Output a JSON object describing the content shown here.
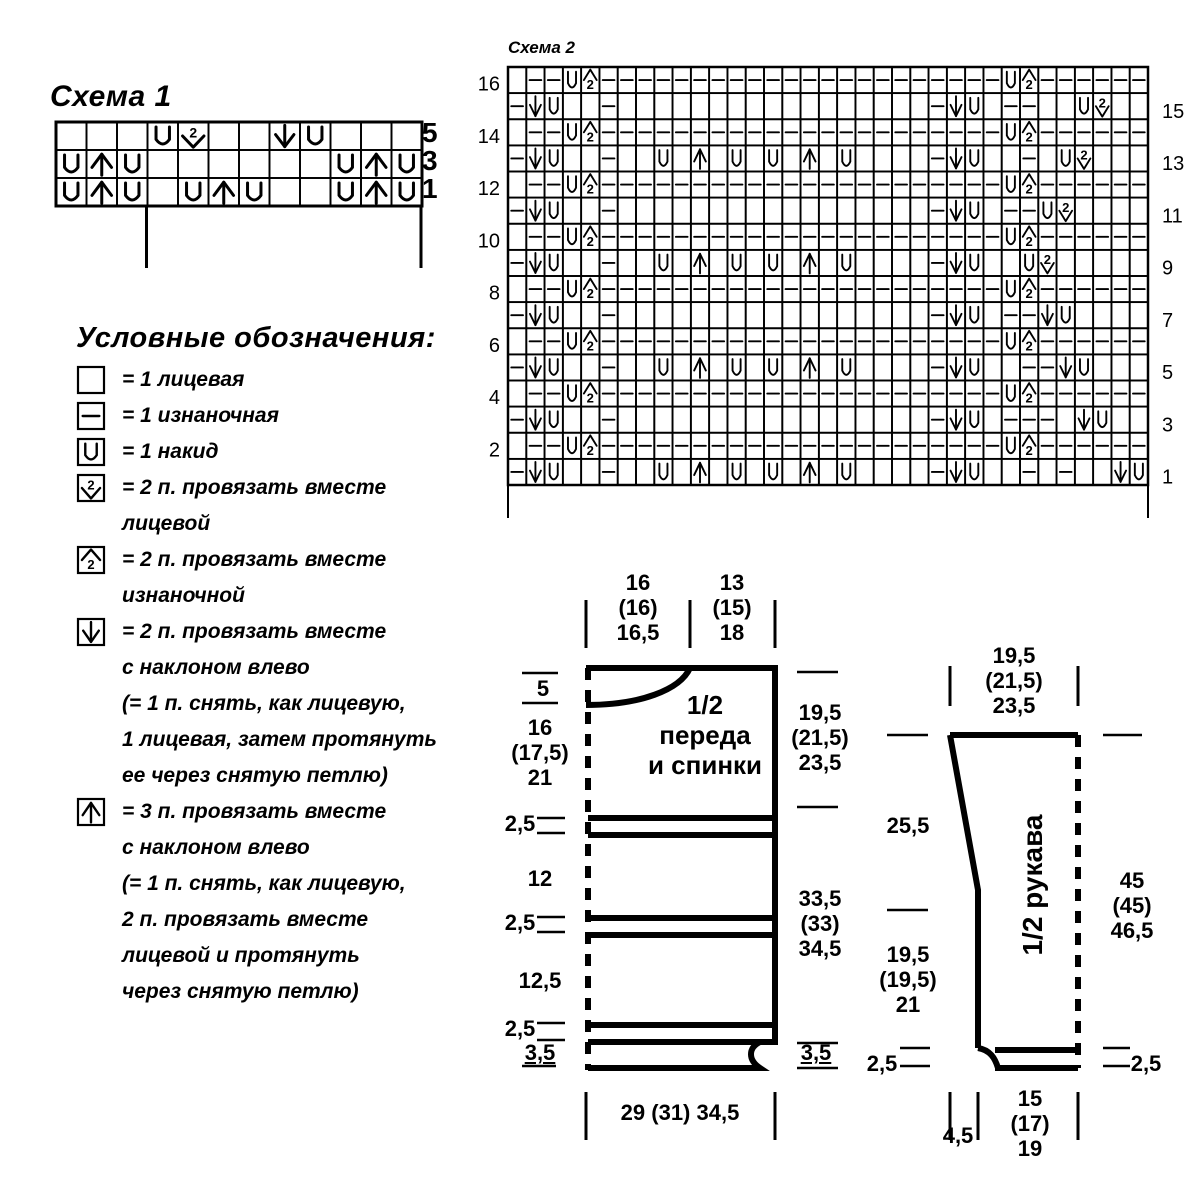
{
  "scheme1": {
    "title": "Схема 1",
    "rows": [
      {
        "label": "5",
        "cells": [
          "",
          "",
          "",
          "U",
          "k2",
          "",
          "",
          "v",
          "U",
          "",
          "",
          ""
        ]
      },
      {
        "label": "3",
        "cells": [
          "U",
          "A",
          "U",
          "",
          "",
          "",
          "",
          "",
          "",
          "U",
          "A",
          "U"
        ]
      },
      {
        "label": "1",
        "cells": [
          "U",
          "A",
          "U",
          "",
          "U",
          "A",
          "U",
          "",
          "",
          "U",
          "A",
          "U"
        ]
      }
    ]
  },
  "scheme2": {
    "title": "Схема 2",
    "left_labels": [
      "16",
      "14",
      "12",
      "10",
      "8",
      "6",
      "4",
      "2"
    ],
    "right_labels": [
      "15",
      "13",
      "11",
      "9",
      "7",
      "5",
      "3",
      "1"
    ]
  },
  "legend": {
    "title": "Условные обозначения:",
    "items": [
      {
        "symbol": "knit",
        "lines": [
          "= 1 лицевая"
        ]
      },
      {
        "symbol": "purl",
        "lines": [
          "= 1 изнаночная"
        ]
      },
      {
        "symbol": "yo",
        "lines": [
          "= 1 накид"
        ]
      },
      {
        "symbol": "k2tog",
        "lines": [
          "= 2 п. провязать вместе",
          "лицевой"
        ]
      },
      {
        "symbol": "p2tog",
        "lines": [
          "= 2 п. провязать вместе",
          "изнаночной"
        ]
      },
      {
        "symbol": "ssk",
        "lines": [
          "= 2 п. провязать вместе",
          "с наклоном влево",
          "(= 1 п. снять, как лицевую,",
          "1 лицевая, затем протянуть",
          "ее через снятую петлю)"
        ]
      },
      {
        "symbol": "sk2p",
        "lines": [
          "= 3 п. провязать вместе",
          "с наклоном влево",
          "(= 1 п. снять, как лицевую,",
          "2 п. провязать вместе",
          "лицевой и протянуть",
          "через снятую петлю)"
        ]
      }
    ]
  },
  "body_pattern": {
    "label": [
      "1/2",
      "переда",
      "и спинки"
    ],
    "top_left": [
      "16",
      "(16)",
      "16,5"
    ],
    "top_right": [
      "13",
      "(15)",
      "18"
    ],
    "neck_depth": "5",
    "armhole_left": [
      "16",
      "(17,5)",
      "21"
    ],
    "armhole_right": [
      "19,5",
      "(21,5)",
      "23,5"
    ],
    "band_1": "2,5",
    "mid_1": "12",
    "band_2": "2,5",
    "mid_2": "12,5",
    "band_3": "2,5",
    "hem_left": "3,5",
    "hem_right": "3,5",
    "side_right": [
      "33,5",
      "(33)",
      "34,5"
    ],
    "bottom_width": "29 (31) 34,5"
  },
  "sleeve_pattern": {
    "label": "1/2 рукава",
    "top_width": [
      "19,5",
      "(21,5)",
      "23,5"
    ],
    "upper_length": "25,5",
    "lower_length": [
      "19,5",
      "(19,5)",
      "21"
    ],
    "cuff_left": "2,5",
    "cuff_right": "2,5",
    "total_length": [
      "45",
      "(45)",
      "46,5"
    ],
    "bottom_offset": "4,5",
    "bottom_width": [
      "15",
      "(17)",
      "19"
    ]
  }
}
